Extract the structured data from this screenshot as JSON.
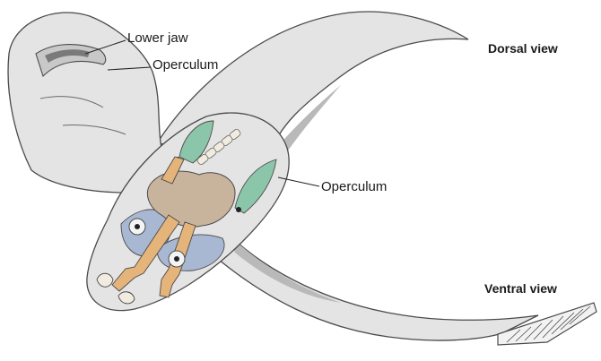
{
  "labels": {
    "lower_jaw": "Lower jaw",
    "operculum_top": "Operculum",
    "operculum_right": "Operculum",
    "dorsal_view": "Dorsal view",
    "ventral_view": "Ventral view"
  },
  "colors": {
    "body_fill": "#e4e4e4",
    "body_stroke": "#4a4a4a",
    "shadow": "#b9b9b9",
    "operculum": "#8cc6aa",
    "skull": "#c8b49c",
    "bone": "#e5b47a",
    "blue_bones": "#a9b8d2",
    "eye_fill": "#f4f4f4"
  }
}
